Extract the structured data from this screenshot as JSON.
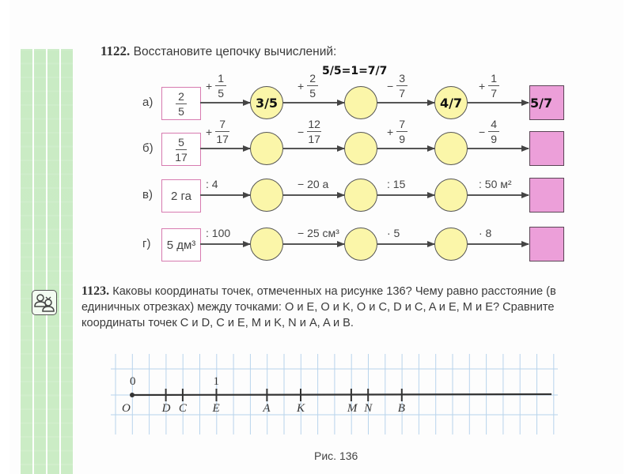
{
  "colors": {
    "start_box_border": "#d77bb0",
    "intermediate_circle_fill": "#fbf6a9",
    "result_box_fill": "#ec9fd9",
    "sidebar_green": "#c2e9bb",
    "grid_blue": "#b8d4ec"
  },
  "sidebar": {
    "icon": "pair-work-icon"
  },
  "task1122": {
    "number": "1122.",
    "title": "Восстановите цепочку вычислений:",
    "rows": [
      {
        "label": "а)",
        "start": {
          "num": "2",
          "den": "5"
        },
        "ops": [
          {
            "sign": "+",
            "num": "1",
            "den": "5"
          },
          {
            "sign": "+",
            "num": "2",
            "den": "5"
          },
          {
            "sign": "−",
            "num": "3",
            "den": "7"
          },
          {
            "sign": "+",
            "num": "1",
            "den": "7"
          }
        ],
        "answers": [
          "3/5",
          "",
          "4/7"
        ],
        "result": "5/7",
        "note": "5/5=1=7/7"
      },
      {
        "label": "б)",
        "start": {
          "num": "5",
          "den": "17"
        },
        "ops": [
          {
            "sign": "+",
            "num": "7",
            "den": "17"
          },
          {
            "sign": "−",
            "num": "12",
            "den": "17"
          },
          {
            "sign": "+",
            "num": "7",
            "den": "9"
          },
          {
            "sign": "−",
            "num": "4",
            "den": "9"
          }
        ],
        "answers": [
          "",
          "",
          ""
        ],
        "result": ""
      },
      {
        "label": "в)",
        "start_text": "2 га",
        "ops_text": [
          ": 4",
          "− 20 а",
          ": 15",
          ": 50 м²"
        ],
        "answers": [
          "",
          "",
          ""
        ],
        "result": ""
      },
      {
        "label": "г)",
        "start_text": "5 дм³",
        "ops_text": [
          ": 100",
          "− 25 см³",
          "· 5",
          "· 8"
        ],
        "answers": [
          "",
          "",
          ""
        ],
        "result": ""
      }
    ]
  },
  "task1123": {
    "number": "1123.",
    "text": "Каковы координаты точек, отмеченных на рисунке 136? Чему равно расстояние (в единичных отрезках) между точками: O и E, O и K, O и C, D и C, A и E, M и E? Сравните координаты точек C и D, C и E, M и K, N и A, A и B."
  },
  "figure": {
    "caption": "Рис. 136",
    "unit_cells": 5,
    "origin_label": "0",
    "unit_label": "1",
    "points": [
      {
        "name": "O",
        "cell": 0
      },
      {
        "name": "D",
        "cell": 2
      },
      {
        "name": "C",
        "cell": 3
      },
      {
        "name": "E",
        "cell": 5
      },
      {
        "name": "A",
        "cell": 8
      },
      {
        "name": "K",
        "cell": 10
      },
      {
        "name": "M",
        "cell": 13
      },
      {
        "name": "N",
        "cell": 14
      },
      {
        "name": "B",
        "cell": 16
      }
    ]
  }
}
